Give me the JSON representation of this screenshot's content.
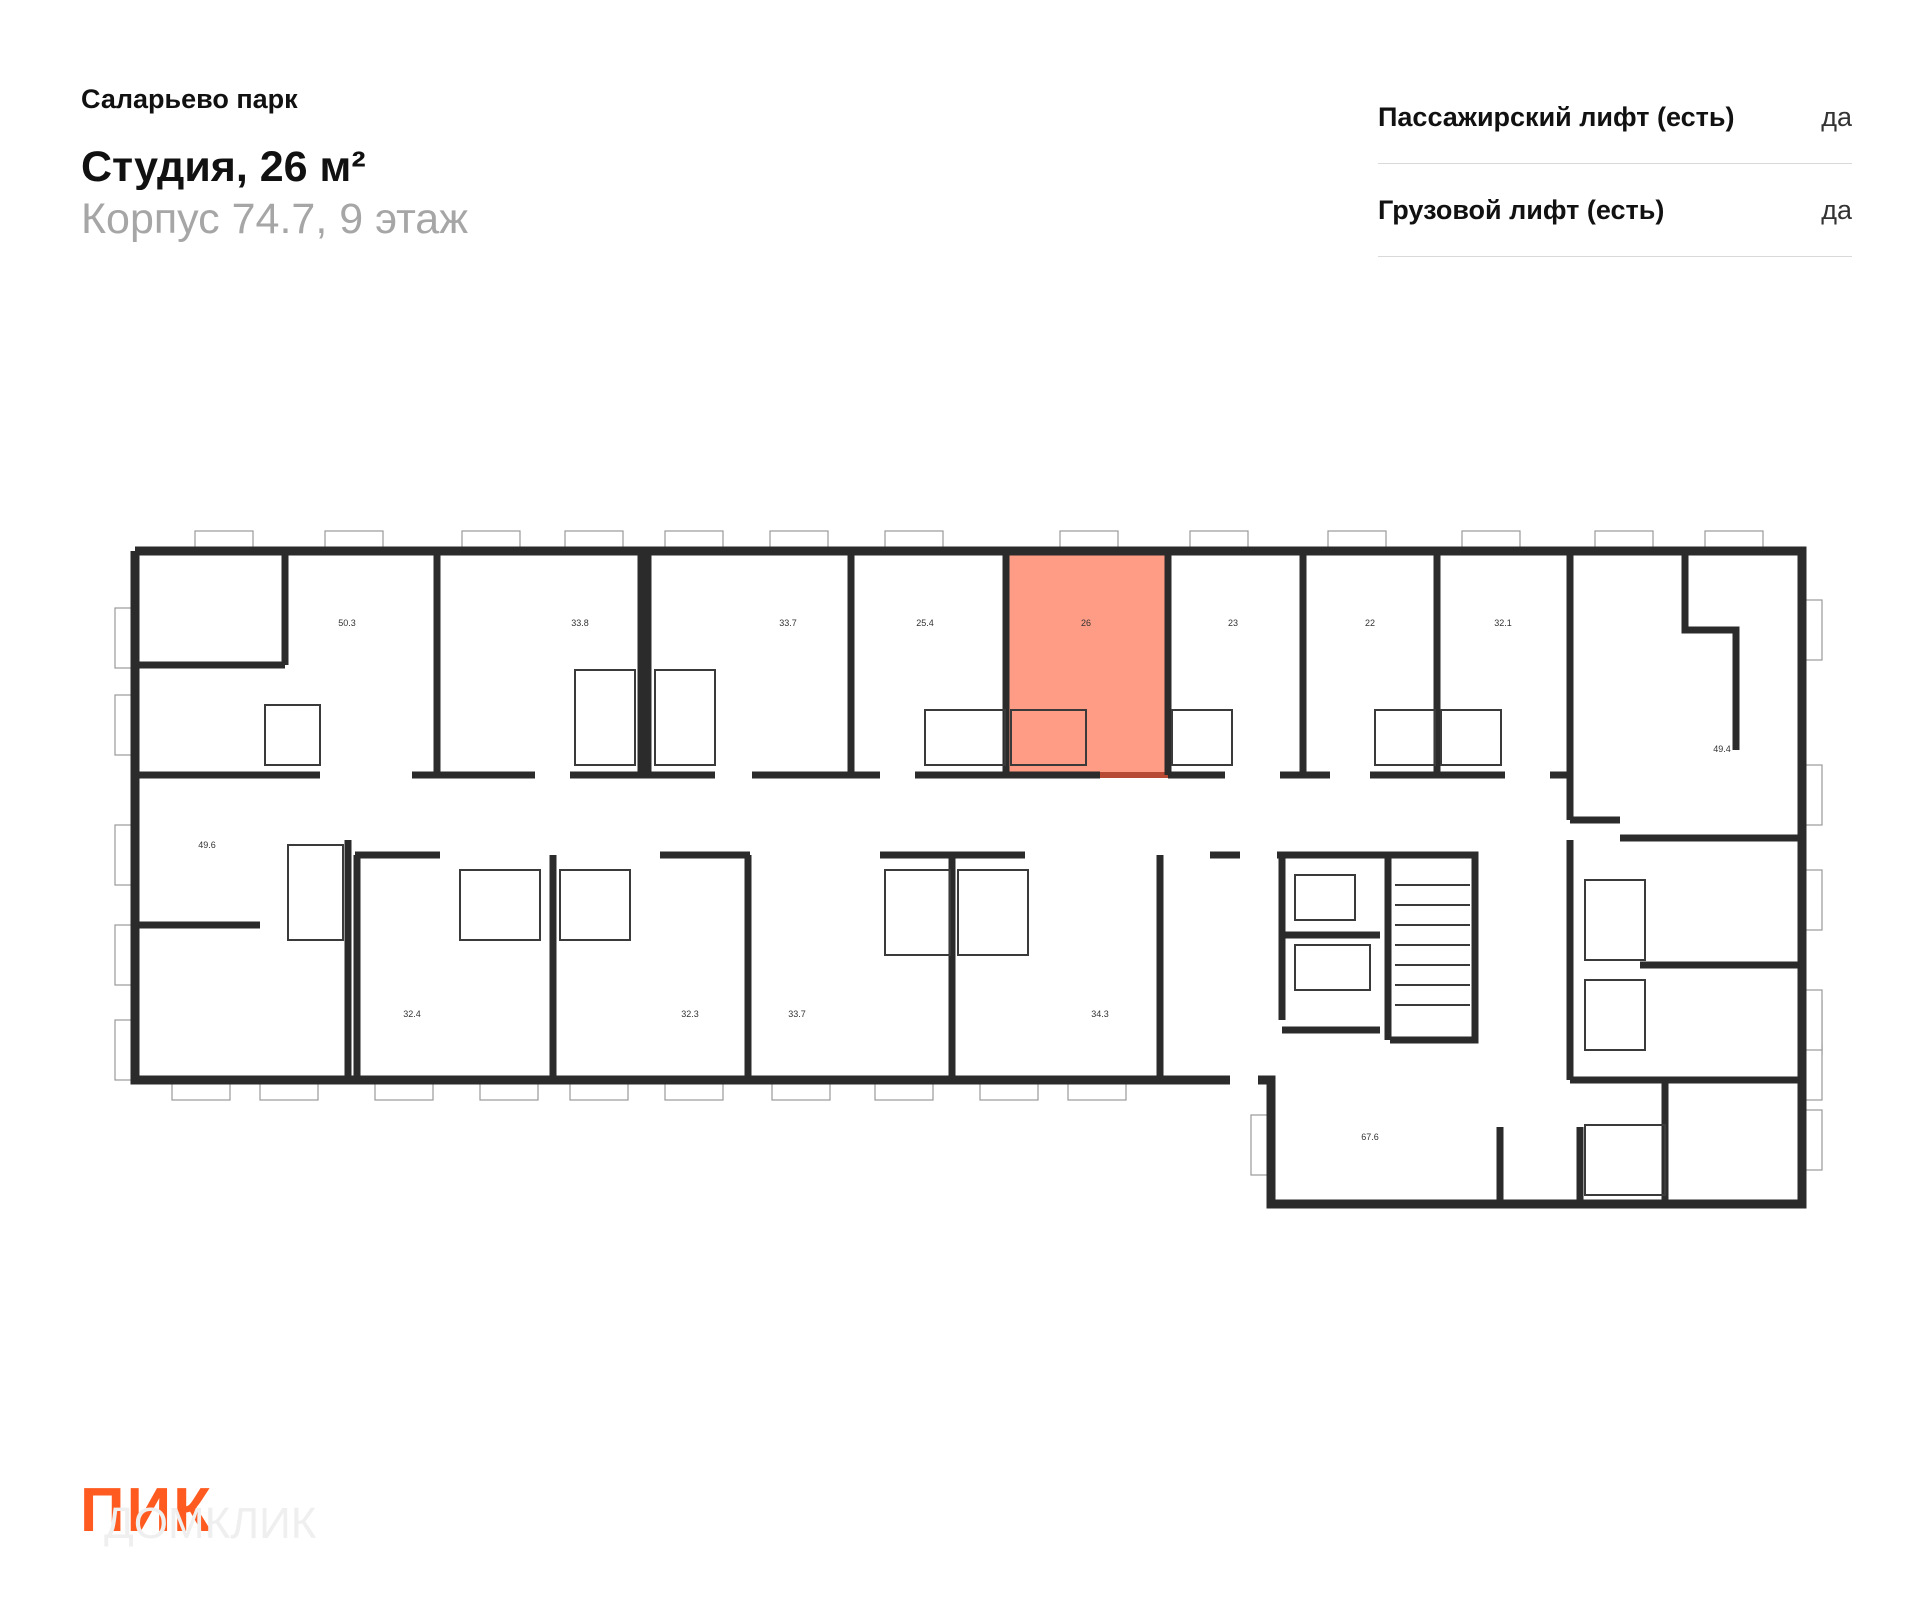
{
  "header": {
    "project": "Саларьево парк",
    "title": "Студия, 26 м²",
    "subtitle": "Корпус 74.7, 9 этаж"
  },
  "features": [
    {
      "label": "Пассажирский лифт (есть)",
      "value": "да"
    },
    {
      "label": "Грузовой лифт (есть)",
      "value": "да"
    }
  ],
  "plan": {
    "highlight_color": "#ff9c85",
    "highlight_border": "#b64a35",
    "highlight_area": "26",
    "areas": {
      "a1": "50.3",
      "a2": "33.8",
      "a3": "33.7",
      "a4": "25.4",
      "a5": "23",
      "a6": "22",
      "a7": "32.1",
      "a8": "49.4",
      "a9": "49.6",
      "a10": "32.4",
      "a11": "32.3",
      "a12": "33.7",
      "a13": "34.3",
      "a14": "67.6"
    }
  },
  "logo": {
    "brand": "ПИК",
    "watermark": "ДОМКЛИК"
  }
}
